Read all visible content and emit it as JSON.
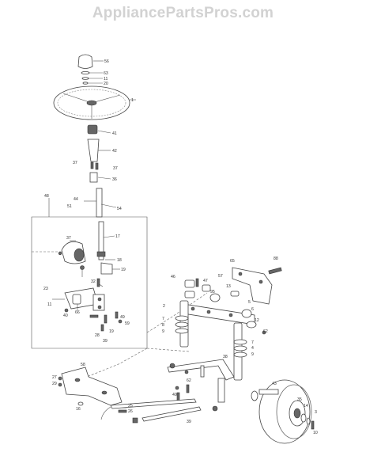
{
  "watermark": "AppliancePartsPros.com",
  "callouts": {
    "c56": "56",
    "c63": "63",
    "c11a": "11",
    "c20": "20",
    "c1": "1",
    "c41": "41",
    "c42": "42",
    "c37a": "37",
    "c37b": "37",
    "c36": "36",
    "c44": "44",
    "c51": "51",
    "c54": "54",
    "c48": "48",
    "c17": "17",
    "c37c": "37",
    "c18": "18",
    "c19a": "19",
    "c32": "32",
    "c23": "23",
    "c11b": "11",
    "c40a": "40",
    "c66": "66",
    "c28": "28",
    "c19b": "19",
    "c49": "49",
    "c59": "59",
    "c39a": "39",
    "c7a": "7",
    "c8a": "8",
    "c9a": "9",
    "c47": "47",
    "c46": "46",
    "c2": "2",
    "c65": "65",
    "c88": "88",
    "c57": "57",
    "c95": "95",
    "c13": "13",
    "c5": "5",
    "c6": "6",
    "c12": "12",
    "c62": "62",
    "c7b": "7",
    "c4": "4",
    "c9b": "9",
    "c15": "15",
    "c43": "43",
    "c35": "35",
    "c14": "14",
    "c3": "3",
    "c10": "10",
    "c38": "38",
    "c40b": "40",
    "c62b": "62",
    "c27": "27",
    "c29": "29",
    "c58": "58",
    "c25": "25",
    "c26": "26",
    "c16": "16",
    "c39b": "39"
  }
}
